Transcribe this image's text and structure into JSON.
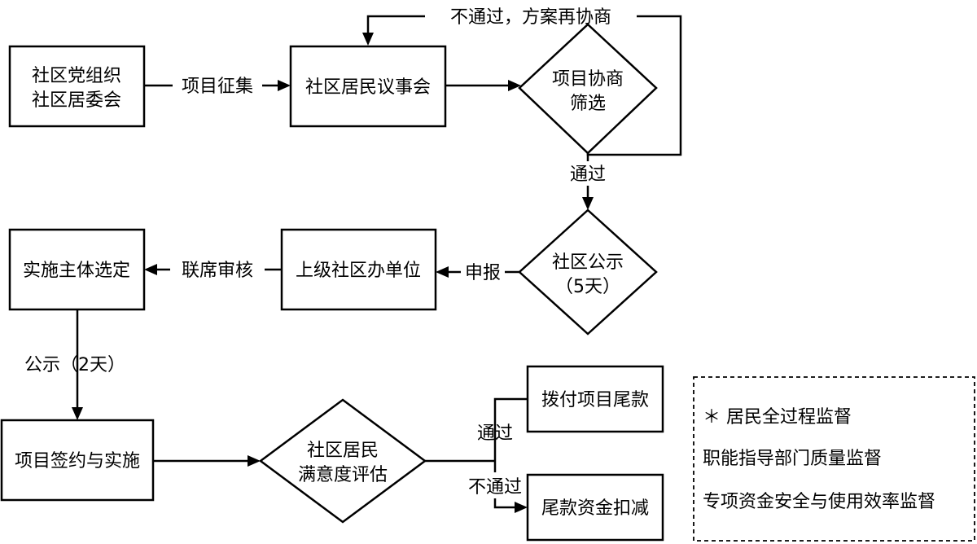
{
  "nodes": {
    "party_committee": {
      "line1": "社区党组织",
      "line2": "社区居委会"
    },
    "council": {
      "label": "社区居民议事会"
    },
    "negotiate": {
      "line1": "项目协商",
      "line2": "筛选"
    },
    "publicity": {
      "line1": "社区公示",
      "line2": "（5天）"
    },
    "superior": {
      "label": "上级社区办单位"
    },
    "select_subject": {
      "label": "实施主体选定"
    },
    "contract": {
      "label": "项目签约与实施"
    },
    "evaluation": {
      "line1": "社区居民",
      "line2": "满意度评估"
    },
    "pay_final": {
      "label": "拨付项目尾款"
    },
    "deduct": {
      "label": "尾款资金扣减"
    }
  },
  "edges": {
    "collect": "项目征集",
    "fail_renegotiate": "不通过，方案再协商",
    "pass_1": "通过",
    "report": "申报",
    "joint_review": "联席审核",
    "publicity_2days": "公示（2天）",
    "pass_2": "通过",
    "fail_2": "不通过"
  },
  "supervision": {
    "items": [
      "＊ 居民全过程监督",
      "职能指导部门质量监督",
      "专项资金安全与使用效率监督"
    ]
  }
}
